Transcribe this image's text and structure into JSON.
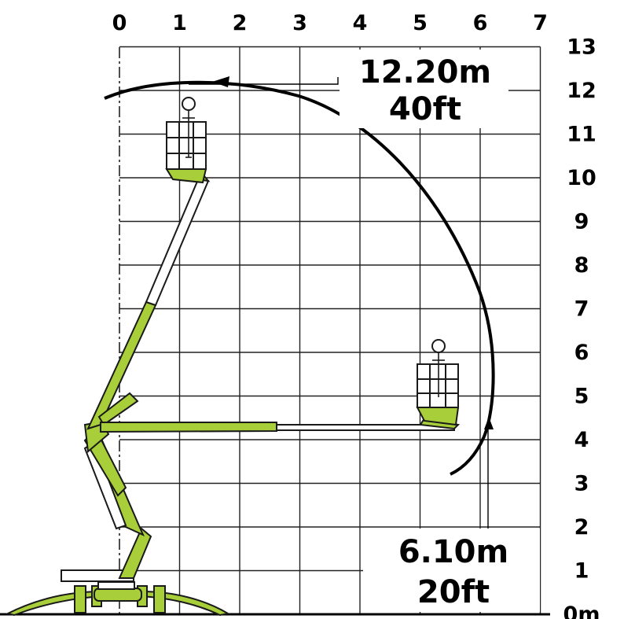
{
  "diagram": {
    "x_axis": {
      "ticks": [
        "0",
        "1",
        "2",
        "3",
        "4",
        "5",
        "6",
        "7"
      ]
    },
    "y_axis": {
      "ticks": [
        "0m",
        "1",
        "2",
        "3",
        "4",
        "5",
        "6",
        "7",
        "8",
        "9",
        "10",
        "11",
        "12",
        "13"
      ]
    },
    "max_height": {
      "metric": "12.20m",
      "imperial": "40ft"
    },
    "max_outreach": {
      "metric": "6.10m",
      "imperial": "20ft"
    },
    "colors": {
      "boom": "#a8cf3a",
      "lines": "#1a1a1a",
      "background": "#ffffff"
    }
  }
}
